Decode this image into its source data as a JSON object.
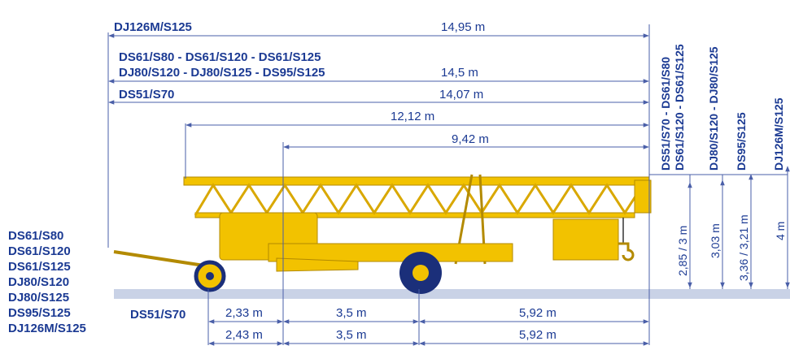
{
  "colors": {
    "text": "#1b3a93",
    "line": "#4a5fa8",
    "ground": "#c9d2e6",
    "crane_yellow": "#f2c200",
    "crane_dark": "#b38a00",
    "wheel": "#1b2f7a"
  },
  "top_dims": {
    "row1": {
      "model": "DJ126M/S125",
      "value": "14,95 m"
    },
    "row2": {
      "model_line1": "DS61/S80 - DS61/S120 - DS61/S125",
      "model_line2": "DJ80/S120 - DJ80/S125 - DS95/S125",
      "value": "14,5 m"
    },
    "row3": {
      "model": "DS51/S70",
      "value": "14,07 m"
    },
    "row4": {
      "value": "12,12 m"
    },
    "row5": {
      "value": "9,42 m"
    }
  },
  "columns": [
    {
      "header_line1": "DS51/S70 - DS61/S80",
      "header_line2": "DS61/S120 - DS61/S125",
      "value": "2,85 / 3 m"
    },
    {
      "header_line1": "DJ80/S120 - DJ80/S125",
      "value": "3,03 m"
    },
    {
      "header_line1": "DS95/S125",
      "value": "3,36 / 3,21 m"
    },
    {
      "header_line1": "DJ126M/S125",
      "value": "4 m"
    }
  ],
  "left_models": [
    "DS61/S80",
    "DS61/S120",
    "DS61/S125",
    "DJ80/S120",
    "DJ80/S125",
    "DS95/S125",
    "DJ126M/S125"
  ],
  "bottom_dims": {
    "row1": {
      "model": "DS51/S70",
      "values": [
        "2,33 m",
        "3,5 m",
        "5,92 m"
      ]
    },
    "row2": {
      "values": [
        "2,43 m",
        "3,5 m",
        "5,92 m"
      ]
    }
  }
}
